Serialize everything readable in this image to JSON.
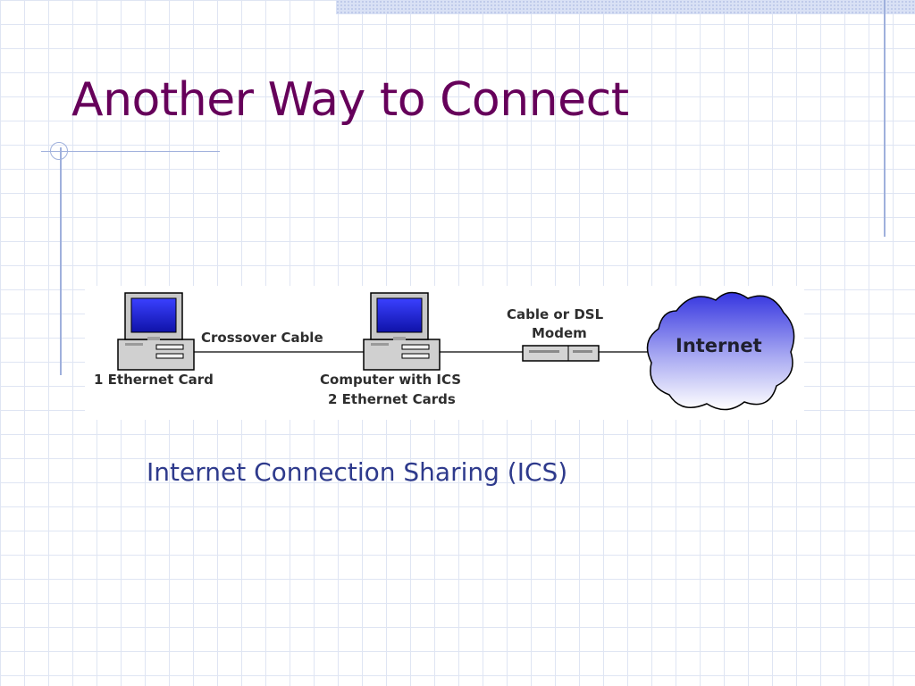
{
  "slide": {
    "title": "Another Way to Connect",
    "caption": "Internet Connection Sharing (ICS)"
  },
  "diagram": {
    "labels": {
      "computer_left": "1 Ethernet Card",
      "cable": "Crossover Cable",
      "computer_ics_line1": "Computer with ICS",
      "computer_ics_line2": "2 Ethernet Cards",
      "modem_line1": "Cable or DSL",
      "modem_line2": "Modem",
      "cloud": "Internet"
    }
  },
  "colors": {
    "title": "#66005a",
    "caption": "#2e3a8c",
    "grid": "#dfe5f3",
    "monitor_screen": "#1b1fc8",
    "cloud_top": "#3535e0",
    "cloud_bottom": "#ffffff"
  }
}
